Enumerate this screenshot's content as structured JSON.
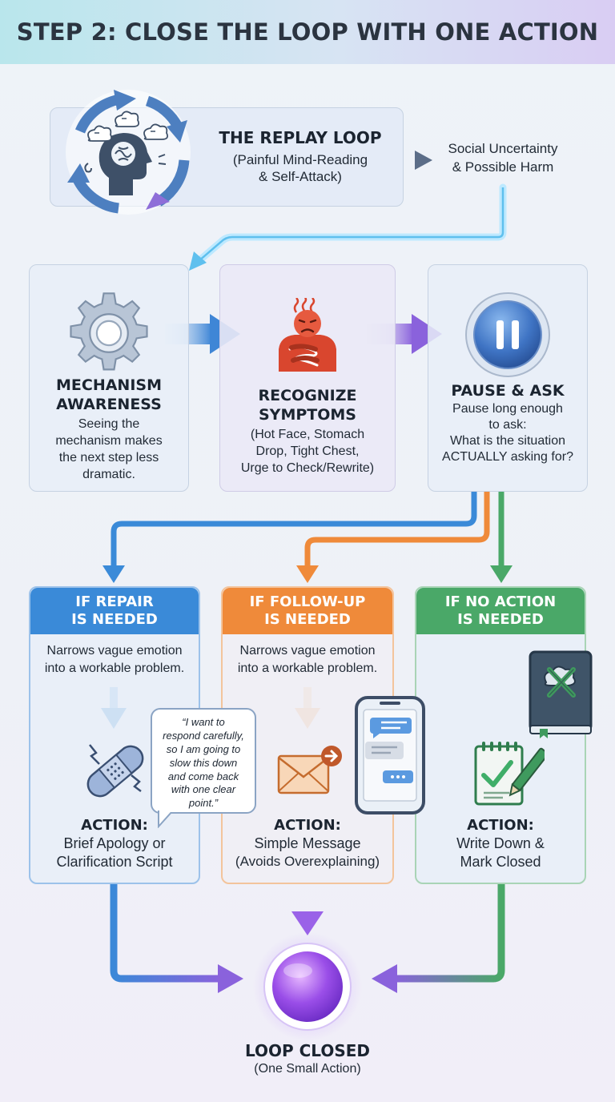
{
  "title": "STEP 2: CLOSE THE LOOP WITH ONE ACTION",
  "replay_loop": {
    "title": "THE REPLAY LOOP",
    "subtitle_line1": "(Painful Mind-Reading",
    "subtitle_line2": "& Self-Attack)",
    "icon": "brain-cycle-icon"
  },
  "outcome": {
    "line1": "Social Uncertainty",
    "line2": "& Possible Harm"
  },
  "steps": [
    {
      "icon": "gear-icon",
      "title_line1": "MECHANISM",
      "title_line2": "AWARENESS",
      "text_lines": [
        "Seeing the",
        "mechanism makes",
        "the next step less",
        "dramatic."
      ]
    },
    {
      "icon": "distressed-person-icon",
      "title_line1": "RECOGNIZE",
      "title_line2": "SYMPTOMS",
      "text_lines": [
        "(Hot Face, Stomach",
        "Drop, Tight Chest,",
        "Urge to Check/Rewrite)"
      ]
    },
    {
      "icon": "pause-icon",
      "title_line1": "PAUSE & ASK",
      "text_lines": [
        "Pause long enough",
        "to ask:",
        "What is the situation",
        "ACTUALLY asking for?"
      ]
    }
  ],
  "branches": [
    {
      "header_line1": "IF REPAIR",
      "header_line2": "IS NEEDED",
      "color": "#3a8ad8",
      "text_lines": [
        "Narrows vague emotion",
        "into a workable problem."
      ],
      "icon": "bandage-icon",
      "action_label": "ACTION:",
      "action_line1": "Brief Apology or",
      "action_line2": "Clarification Script"
    },
    {
      "header_line1": "IF FOLLOW-UP",
      "header_line2": "IS NEEDED",
      "color": "#ef8a3a",
      "text_lines": [
        "Narrows vague emotion",
        "into a workable problem."
      ],
      "icon": "envelope-icon",
      "action_label": "ACTION:",
      "action_line1": "Simple Message",
      "action_line2": "(Avoids Overexplaining)"
    },
    {
      "header_line1": "IF NO ACTION",
      "header_line2": "IS NEEDED",
      "color": "#4aa868",
      "icon": "checklist-icon",
      "action_label": "ACTION:",
      "action_line1": "Write Down &",
      "action_line2": "Mark Closed"
    }
  ],
  "speech_bubble": {
    "lines": [
      "“I want to",
      "respond carefully,",
      "so I am going to",
      "slow this down",
      "and come back",
      "with one clear",
      "point.”"
    ]
  },
  "final": {
    "title": "LOOP CLOSED",
    "subtitle": "(One Small Action)"
  },
  "colors": {
    "blue": "#3a8ad8",
    "orange": "#ef8a3a",
    "green": "#4aa868",
    "purple": "#9a62e8",
    "loop_blue": "#4d7fc0"
  }
}
